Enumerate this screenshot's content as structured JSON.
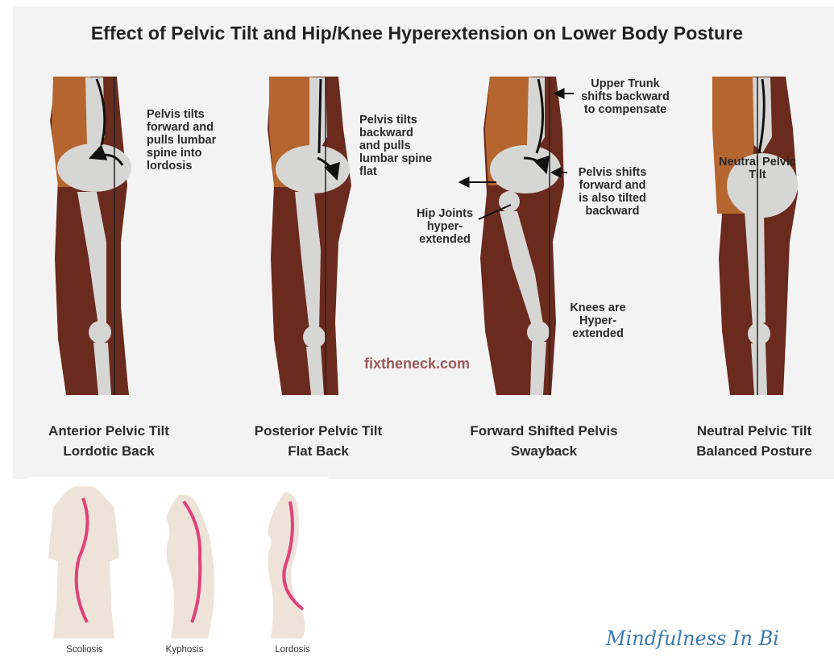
{
  "title": "Effect of Pelvic Tilt and Hip/Knee Hyperextension on Lower Body Posture",
  "figures": [
    {
      "id": "anterior",
      "annotations": [
        "Pelvis tilts\nforward and\npulls lumbar\nspine into\nlordosis"
      ],
      "caption": [
        "Anterior Pelvic Tilt",
        "Lordotic Back"
      ]
    },
    {
      "id": "posterior",
      "annotations": [
        "Pelvis tilts\nbackward\nand pulls\nlumbar spine\nflat"
      ],
      "caption": [
        "Posterior Pelvic Tilt",
        "Flat Back"
      ]
    },
    {
      "id": "forward",
      "annotations": [
        "Upper Trunk\nshifts backward\nto compensate",
        "Pelvis shifts\nforward and\nis also tilted\nbackward",
        "Hip Joints\nhyper-\nextended",
        "Knees are\nHyper-\nextended"
      ],
      "caption": [
        "Forward Shifted Pelvis",
        "Swayback"
      ]
    },
    {
      "id": "neutral",
      "annotations": [
        "Neutral Pelvic\nTilt"
      ],
      "caption": [
        "Neutral Pelvic Tilt",
        "Balanced Posture"
      ]
    }
  ],
  "watermark": "fixtheneck.com",
  "curvatures": [
    "Scoliosis",
    "Kyphosis",
    "Lordosis"
  ],
  "brand": "Mindfulness In Bi",
  "colors": {
    "skin_dark": "#6b2a1e",
    "skin_orange": "#b5652e",
    "bone": "#d6d6d4",
    "spine_highlight": "#e0417a",
    "silhouette": "#ede3d8"
  }
}
